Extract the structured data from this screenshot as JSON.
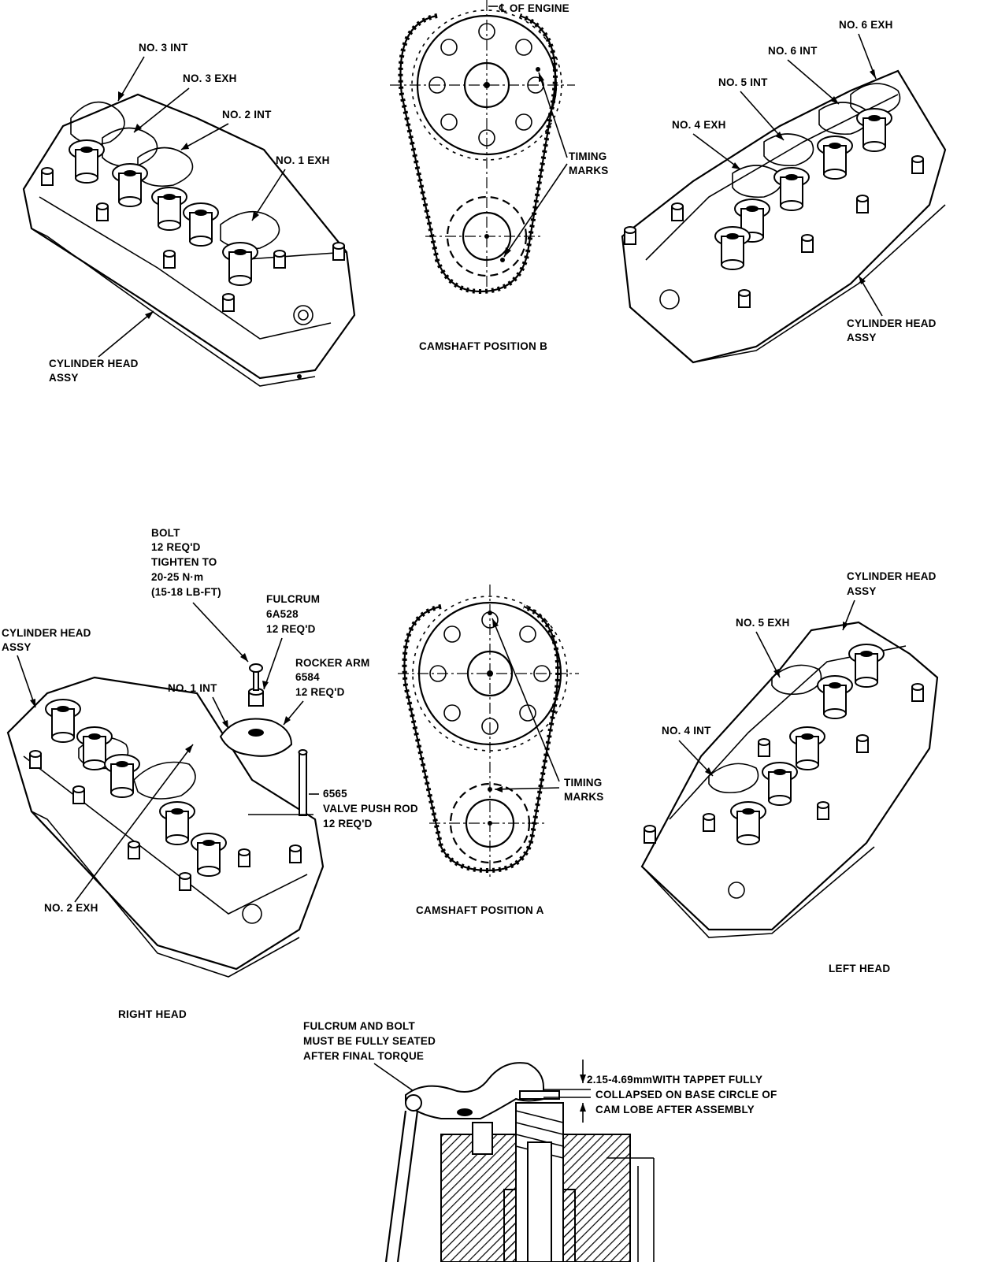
{
  "labels": {
    "cl_engine": "℄ OF ENGINE",
    "top_left": {
      "no3_int": "NO. 3 INT",
      "no3_exh": "NO. 3 EXH",
      "no2_int": "NO. 2 INT",
      "no1_exh": "NO. 1 EXH",
      "head_assy_1": "CYLINDER HEAD",
      "head_assy_2": "ASSY"
    },
    "top_center": {
      "timing_1": "TIMING",
      "timing_2": "MARKS",
      "caption": "CAMSHAFT POSITION B"
    },
    "top_right": {
      "no6_exh": "NO. 6 EXH",
      "no6_int": "NO. 6 INT",
      "no5_int": "NO. 5 INT",
      "no4_exh": "NO. 4 EXH",
      "head_assy_1": "CYLINDER HEAD",
      "head_assy_2": "ASSY"
    },
    "bottom_left": {
      "bolt_1": "BOLT",
      "bolt_2": "12 REQ'D",
      "bolt_3": "TIGHTEN TO",
      "bolt_4": "20-25 N·m",
      "bolt_5": "(15-18 LB-FT)",
      "fulcrum_1": "FULCRUM",
      "fulcrum_2": "6A528",
      "fulcrum_3": "12 REQ'D",
      "rocker_1": "ROCKER ARM",
      "rocker_2": "6584",
      "rocker_3": "12 REQ'D",
      "head_assy_1": "CYLINDER HEAD",
      "head_assy_2": "ASSY",
      "no1_int": "NO. 1 INT",
      "pushrod_1": "6565",
      "pushrod_2": "VALVE PUSH ROD",
      "pushrod_3": "12 REQ'D",
      "no2_exh": "NO. 2 EXH",
      "caption": "RIGHT HEAD"
    },
    "bottom_center": {
      "timing_1": "TIMING",
      "timing_2": "MARKS",
      "caption": "CAMSHAFT POSITION A"
    },
    "bottom_right": {
      "head_assy_1": "CYLINDER HEAD",
      "head_assy_2": "ASSY",
      "no5_exh": "NO. 5 EXH",
      "no4_int": "NO. 4 INT",
      "caption": "LEFT HEAD"
    },
    "detail": {
      "fulcrum_note_1": "FULCRUM AND BOLT",
      "fulcrum_note_2": "MUST BE FULLY SEATED",
      "fulcrum_note_3": "AFTER FINAL TORQUE",
      "clearance_1": "2.15-4.69mmWITH TAPPET FULLY",
      "clearance_2": "COLLAPSED ON BASE CIRCLE OF",
      "clearance_3": "CAM LOBE AFTER ASSEMBLY"
    }
  }
}
